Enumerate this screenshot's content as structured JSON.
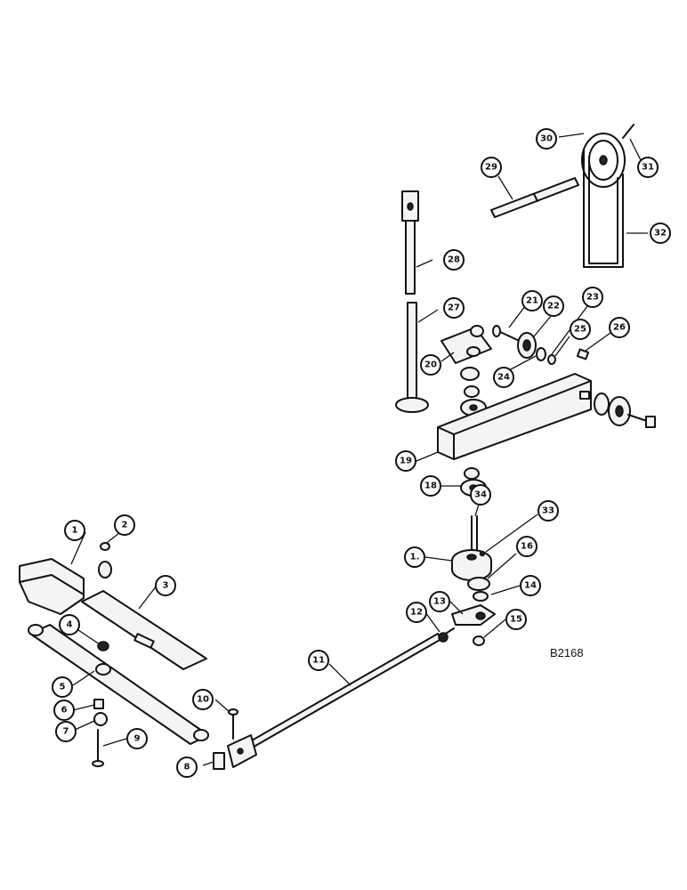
{
  "figure_code": "B2168",
  "callouts": [
    {
      "label": "1"
    },
    {
      "label": "2"
    },
    {
      "label": "3"
    },
    {
      "label": "4"
    },
    {
      "label": "5"
    },
    {
      "label": "6"
    },
    {
      "label": "7"
    },
    {
      "label": "8"
    },
    {
      "label": "9"
    },
    {
      "label": "10"
    },
    {
      "label": "11"
    },
    {
      "label": "12"
    },
    {
      "label": "13"
    },
    {
      "label": "14"
    },
    {
      "label": "15"
    },
    {
      "label": "16"
    },
    {
      "label": "1."
    },
    {
      "label": "18"
    },
    {
      "label": "19"
    },
    {
      "label": "20"
    },
    {
      "label": "21"
    },
    {
      "label": "22"
    },
    {
      "label": "23"
    },
    {
      "label": "24"
    },
    {
      "label": "25"
    },
    {
      "label": "26"
    },
    {
      "label": "27"
    },
    {
      "label": "28"
    },
    {
      "label": "29"
    },
    {
      "label": "30"
    },
    {
      "label": "31"
    },
    {
      "label": "32"
    },
    {
      "label": "33"
    },
    {
      "label": "34"
    }
  ]
}
